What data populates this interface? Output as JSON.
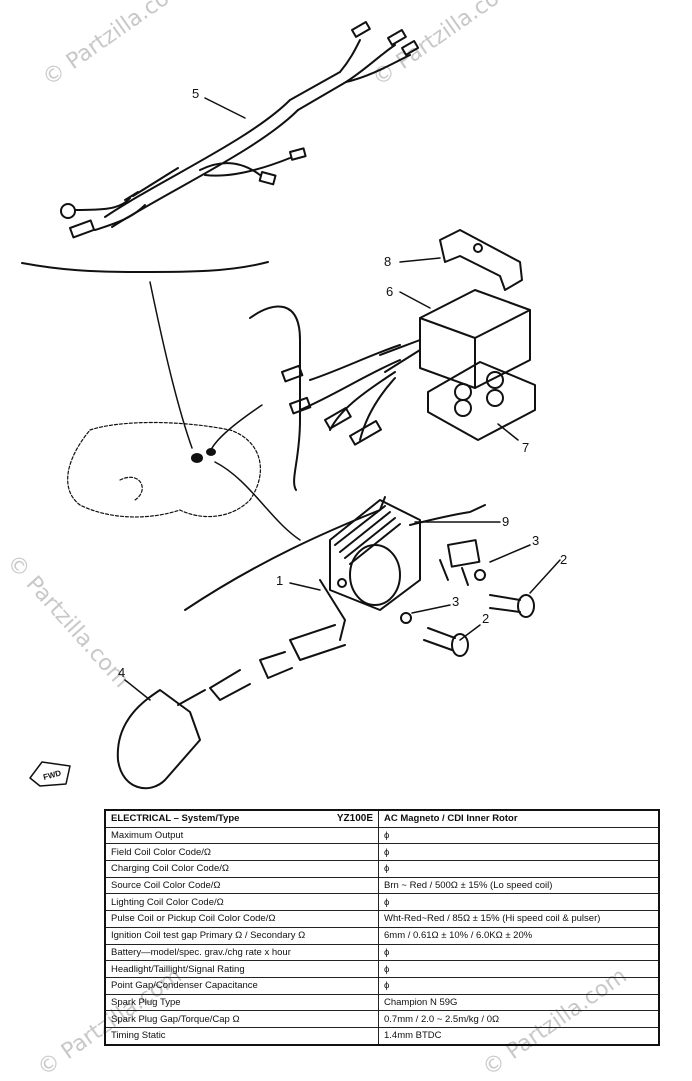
{
  "watermarks": [
    "© Partzilla.com",
    "© Partzilla.com",
    "© Partzilla.com",
    "© Partzilla.com",
    "© Partzilla.com"
  ],
  "callouts": [
    "5",
    "8",
    "6",
    "7",
    "9",
    "3",
    "2",
    "1",
    "3",
    "2",
    "4"
  ],
  "fwd_label": "FWD",
  "table": {
    "header": {
      "label": "ELECTRICAL – System/Type",
      "model": "YZ100E",
      "value": "AC Magneto / CDI Inner Rotor"
    },
    "rows": [
      {
        "label": "Maximum Output",
        "value": "ϕ"
      },
      {
        "label": "Field Coil Color Code/Ω",
        "value": "ϕ"
      },
      {
        "label": "Charging Coil Color Code/Ω",
        "value": "ϕ"
      },
      {
        "label": "Source Coil Color Code/Ω",
        "value": "Brn ~ Red / 500Ω ± 15% (Lo speed coil)"
      },
      {
        "label": "Lighting Coil Color Code/Ω",
        "value": "ϕ"
      },
      {
        "label": "Pulse Coil or Pickup Coil Color Code/Ω",
        "value": "Wht-Red~Red / 85Ω ± 15% (Hi speed coil & pulser)"
      },
      {
        "label": "Ignition Coil  test gap  Primary Ω / Secondary Ω",
        "value": "6mm / 0.61Ω ± 10% / 6.0KΩ ± 20%"
      },
      {
        "label": "Battery—model/spec. grav./chg rate x hour",
        "value": "ϕ"
      },
      {
        "label": "Headlight/Taillight/Signal Rating",
        "value": "ϕ"
      },
      {
        "label": "Point Gap/Condenser Capacitance",
        "value": "ϕ"
      },
      {
        "label": "Spark Plug Type",
        "value": "Champion N 59G"
      },
      {
        "label": "Spark Plug Gap/Torque/Cap Ω",
        "value": "0.7mm / 2.0 ~ 2.5m/kg / 0Ω"
      },
      {
        "label": "Timing  Static",
        "value": "1.4mm BTDC"
      }
    ]
  }
}
